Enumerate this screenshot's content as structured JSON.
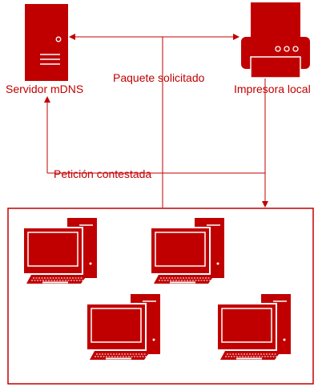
{
  "colors": {
    "accent": "#c00000",
    "background": "#ffffff"
  },
  "labels": {
    "server": "Servidor mDNS",
    "printer": "Impresora local",
    "packet": "Paquete solicitado",
    "answer": "Petición contestada"
  },
  "icons": {
    "server": "server-icon",
    "printer": "printer-icon",
    "computer": "desktop-computer-icon"
  },
  "network": {
    "computer_count": 4
  }
}
